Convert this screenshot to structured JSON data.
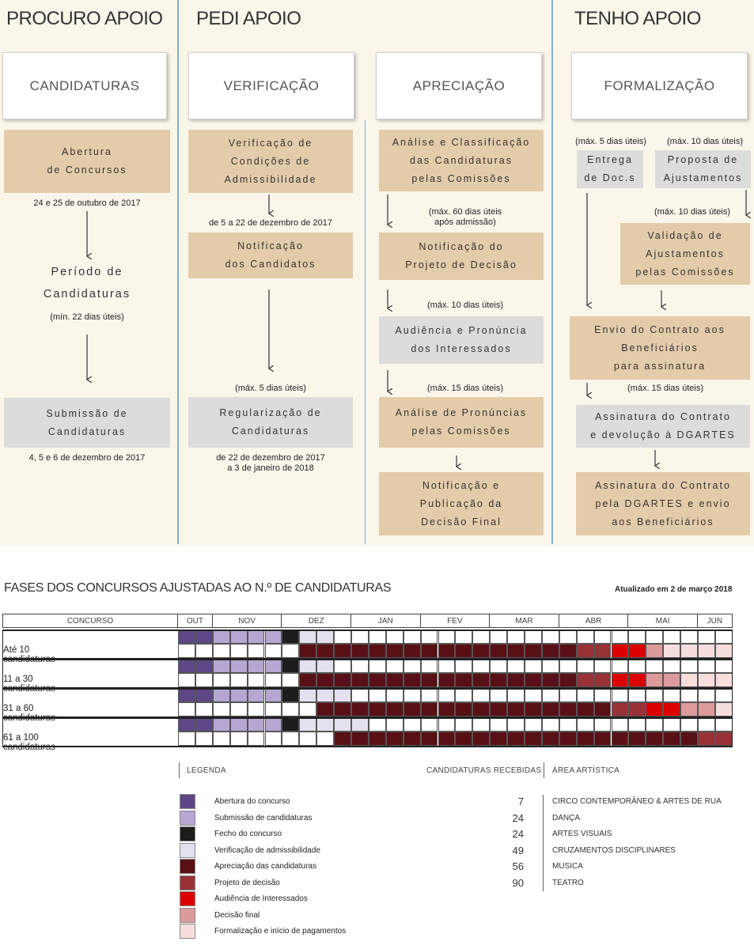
{
  "flow": {
    "sections": [
      "PROCURO APOIO",
      "PEDI APOIO",
      "TENHO APOIO"
    ],
    "phases": [
      "CANDIDATURAS",
      "VERIFICAÇÃO",
      "APRECIAÇÃO",
      "FORMALIZAÇÃO"
    ],
    "candidaturas": {
      "abertura": "Abertura\nde Concursos",
      "abertura_date": "24 e 25 de outubro de 2017",
      "periodo": "Período de\nCandidaturas",
      "periodo_note": "(mín. 22 dias úteis)",
      "submissao": "Submissão de\nCandidaturas",
      "submissao_date": "4, 5 e 6 de dezembro de 2017"
    },
    "verificacao": {
      "verificacao": "Verificação de\nCondições de\nAdmissibilidade",
      "verificacao_date": "de 5 a 22 de dezembro de 2017",
      "notificacao": "Notificação\ndos Candidatos",
      "reg_note": "(máx. 5 dias úteis)",
      "regularizacao": "Regularização de\nCandidaturas",
      "reg_date": "de 22 de dezembro de 2017\na 3 de janeiro de 2018"
    },
    "apreciacao": {
      "analise": "Análise e Classificação\ndas Candidaturas\npelas Comissões",
      "note60": "(máx. 60 dias úteis\napós admissão)",
      "projeto": "Notificação do\nProjeto de Decisão",
      "note10": "(máx. 10 dias úteis)",
      "audiencia": "Audiência e Pronúncia\ndos Interessados",
      "note15": "(máx. 15 dias úteis)",
      "pronuncias": "Análise de Pronúncias\npelas Comissões",
      "publicacao": "Notificação e\nPublicação da\nDecisão Final"
    },
    "formalizacao": {
      "note5": "(máx. 5 dias úteis)",
      "note10a": "(máx. 10 dias úteis)",
      "entrega": "Entrega\nde Doc.s",
      "proposta": "Proposta de\nAjustamentos",
      "note10b": "(máx. 10 dias úteis)",
      "validacao": "Validação de\nAjustamentos\npelas Comissões",
      "envio": "Envio do Contrato aos\nBeneficiários\npara assinatura",
      "note15": "(máx. 15 dias úteis)",
      "assinatura1": "Assinatura do Contrato\ne devolução à DGARTES",
      "assinatura2": "Assinatura do Contrato\npela DGARTES e envio\naos Beneficiários"
    }
  },
  "gantt": {
    "title": "FASES DOS CONCURSOS AJUSTADAS AO N.º DE CANDIDATURAS",
    "updated": "Atualizado em 2 de março 2018",
    "concurso_header": "CONCURSO",
    "months": [
      "OUT",
      "NOV",
      "DEZ",
      "JAN",
      "FEV",
      "MAR",
      "ABR",
      "MAI",
      "JUN"
    ],
    "month_weeks": [
      2,
      4,
      4,
      4,
      4,
      4,
      4,
      4,
      2
    ],
    "colors": {
      "A": "#5d4784",
      "S": "#b5a6d2",
      "F": "#1c1c1c",
      "V": "#e4e0ef",
      "P": "#581016",
      "D": "#983237",
      "I": "#dc0000",
      "E": "#dd9a9b",
      "G": "#f7dedd",
      "W": "#ffffff"
    },
    "rows": [
      {
        "label": "Até  10 candidaturas",
        "top": "AASSSSFVVWWWWWWWWWWWWWWWWWWWWWWWWWWWWWWW",
        "bottom": "WWWWWWWPPPPPPPPPPPPPPPPDDIIEGGGGGGGGGWWWWW"
      },
      {
        "label": "11  a 30 candidaturas",
        "top": "AASSSSFVVWWWWWWWWWWWWWWWWWWWWWWWWWWWWWWW",
        "bottom": "WWWWWWWPPPPPPPPPPPPPPPPDDIIEEGGGGGGGGGGWWWW"
      },
      {
        "label": "31  a  60 candidaturas",
        "top": "AASSSSFVVVWWWWWWWWWWWWWWWWWWWWWWWWWWWWWW",
        "bottom": "WWWWWWWWPPPPPPPPPPPPPPPPPDDIIEEGGGGGGGGGGGGGG"
      },
      {
        "label": "61 a 100 candidaturas",
        "top": "AASSSSFVVVVWWWWWWWWWWWWWWWWWWWWWWWWWWWWW",
        "bottom": "WWWWWWWWWPPPPPPPPPPPPPPPPPPPPPDDIIEEEEEGGGGGGGGG"
      }
    ]
  },
  "legend": {
    "legenda": "LEGENDA",
    "recebidas_header": "CANDIDATURAS RECEBIDAS",
    "area_header": "ÁREA ARTÍSTICA",
    "items": [
      {
        "key": "A",
        "label": "Abertura do concurso"
      },
      {
        "key": "S",
        "label": "Submissão de candidaturas"
      },
      {
        "key": "F",
        "label": "Fecho do concurso"
      },
      {
        "key": "V",
        "label": "Verificação de admissibilidade"
      },
      {
        "key": "P",
        "label": "Apreciação das candidaturas"
      },
      {
        "key": "D",
        "label": "Projeto de decisão"
      },
      {
        "key": "I",
        "label": "Audiência de Interessados"
      },
      {
        "key": "E",
        "label": "Decisão final"
      },
      {
        "key": "G",
        "label": "Formalização e início de pagamentos"
      }
    ],
    "areas": [
      {
        "count": "7",
        "name": "CIRCO CONTEMPORÂNEO & ARTES DE RUA"
      },
      {
        "count": "24",
        "name": "DANÇA"
      },
      {
        "count": "24",
        "name": "ARTES VISUAIS"
      },
      {
        "count": "49",
        "name": "CRUZAMENTOS DISCIPLINARES"
      },
      {
        "count": "56",
        "name": "MUSICA"
      },
      {
        "count": "90",
        "name": "TEATRO"
      }
    ]
  }
}
